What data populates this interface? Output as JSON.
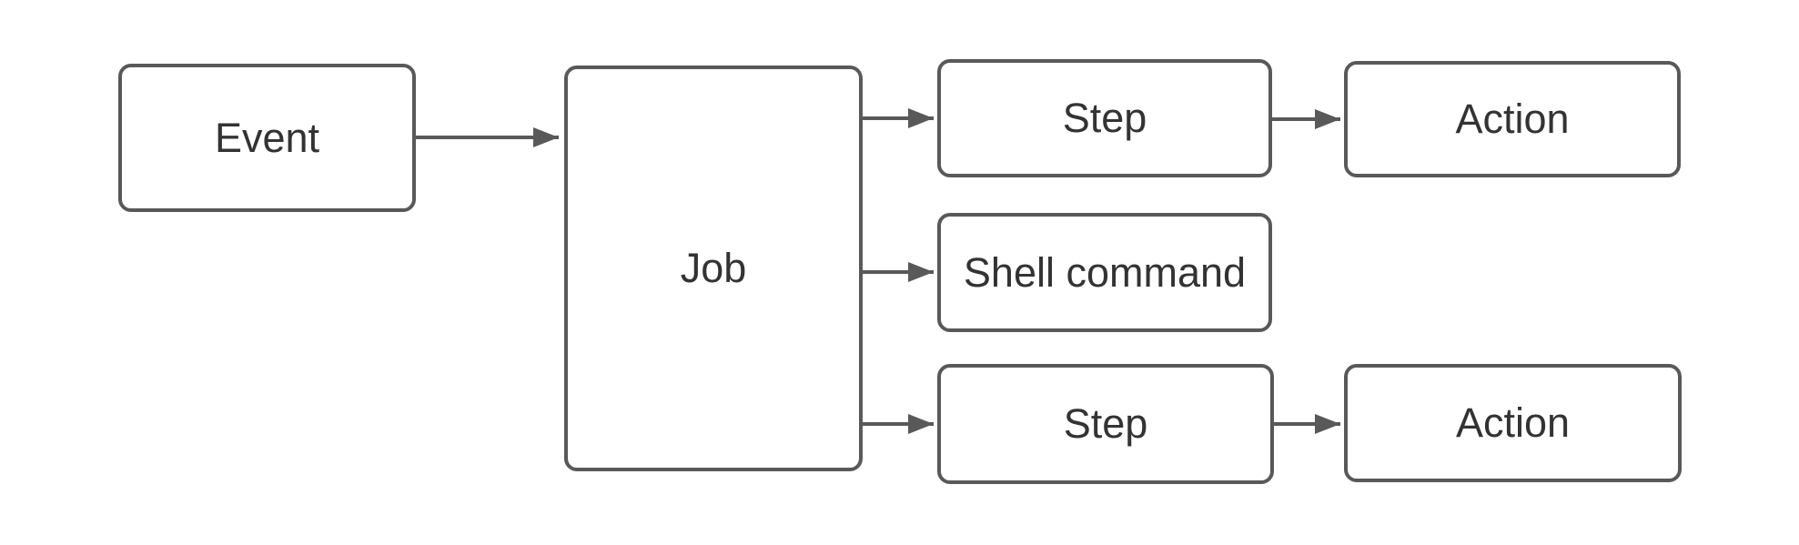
{
  "diagram": {
    "title": "workflow-diagram",
    "nodes": {
      "event": {
        "label": "Event"
      },
      "job": {
        "label": "Job"
      },
      "step_top": {
        "label": "Step"
      },
      "shell_command": {
        "label": "Shell command"
      },
      "step_bottom": {
        "label": "Step"
      },
      "action_top": {
        "label": "Action"
      },
      "action_bottom": {
        "label": "Action"
      }
    },
    "edges": [
      {
        "from": "event",
        "to": "job"
      },
      {
        "from": "job",
        "to": "step_top"
      },
      {
        "from": "job",
        "to": "shell_command"
      },
      {
        "from": "job",
        "to": "step_bottom"
      },
      {
        "from": "step_top",
        "to": "action_top"
      },
      {
        "from": "step_bottom",
        "to": "action_bottom"
      }
    ],
    "colors": {
      "background": "#ffffff",
      "border": "#595959",
      "arrow": "#595959",
      "text": "#333333"
    }
  }
}
